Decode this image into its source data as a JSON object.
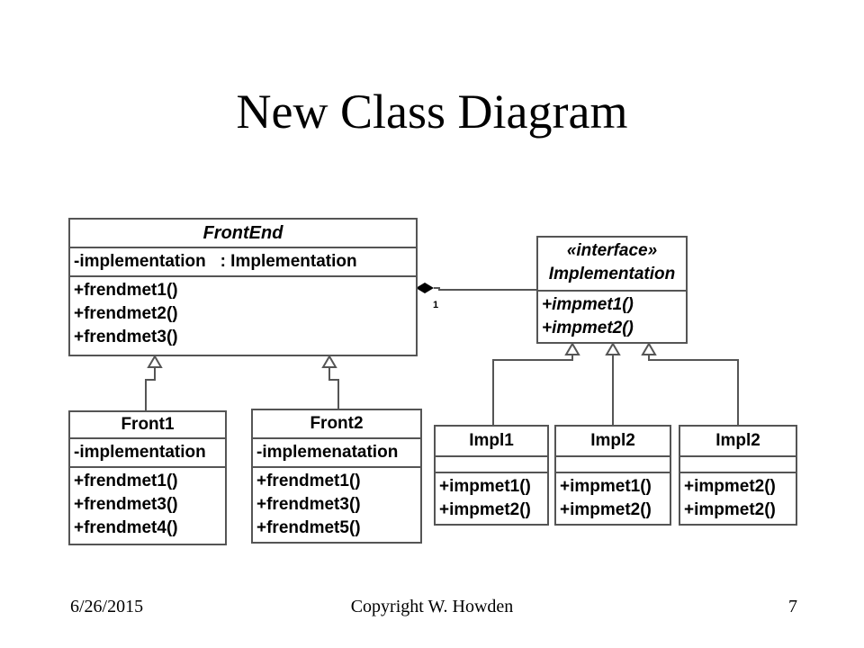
{
  "title": "New Class Diagram",
  "classes": {
    "frontend": {
      "name": "FrontEnd",
      "attributes": [
        "-implementation   : Implementation"
      ],
      "methods": [
        "+frendmet1()",
        "+frendmet2()",
        "+frendmet3()"
      ]
    },
    "implementation": {
      "stereotype": "«interface»",
      "name": "Implementation",
      "methods": [
        "+impmet1()",
        "+impmet2()"
      ]
    },
    "front1": {
      "name": "Front1",
      "attributes": [
        "-implementation"
      ],
      "methods": [
        "+frendmet1()",
        "+frendmet3()",
        "+frendmet4()"
      ]
    },
    "front2": {
      "name": "Front2",
      "attributes": [
        "-implemenatation"
      ],
      "methods": [
        "+frendmet1()",
        "+frendmet3()",
        "+frendmet5()"
      ]
    },
    "impl1": {
      "name": "Impl1",
      "methods": [
        "+impmet1()",
        "+impmet2()"
      ]
    },
    "impl2a": {
      "name": "Impl2",
      "methods": [
        "+impmet1()",
        "+impmet2()"
      ]
    },
    "impl2b": {
      "name": "Impl2",
      "methods": [
        "+impmet2()",
        "+impmet2()"
      ]
    }
  },
  "association": {
    "multiplicity": "1"
  },
  "footer": {
    "date": "6/26/2015",
    "copyright": "Copyright W. Howden",
    "page": "7"
  }
}
